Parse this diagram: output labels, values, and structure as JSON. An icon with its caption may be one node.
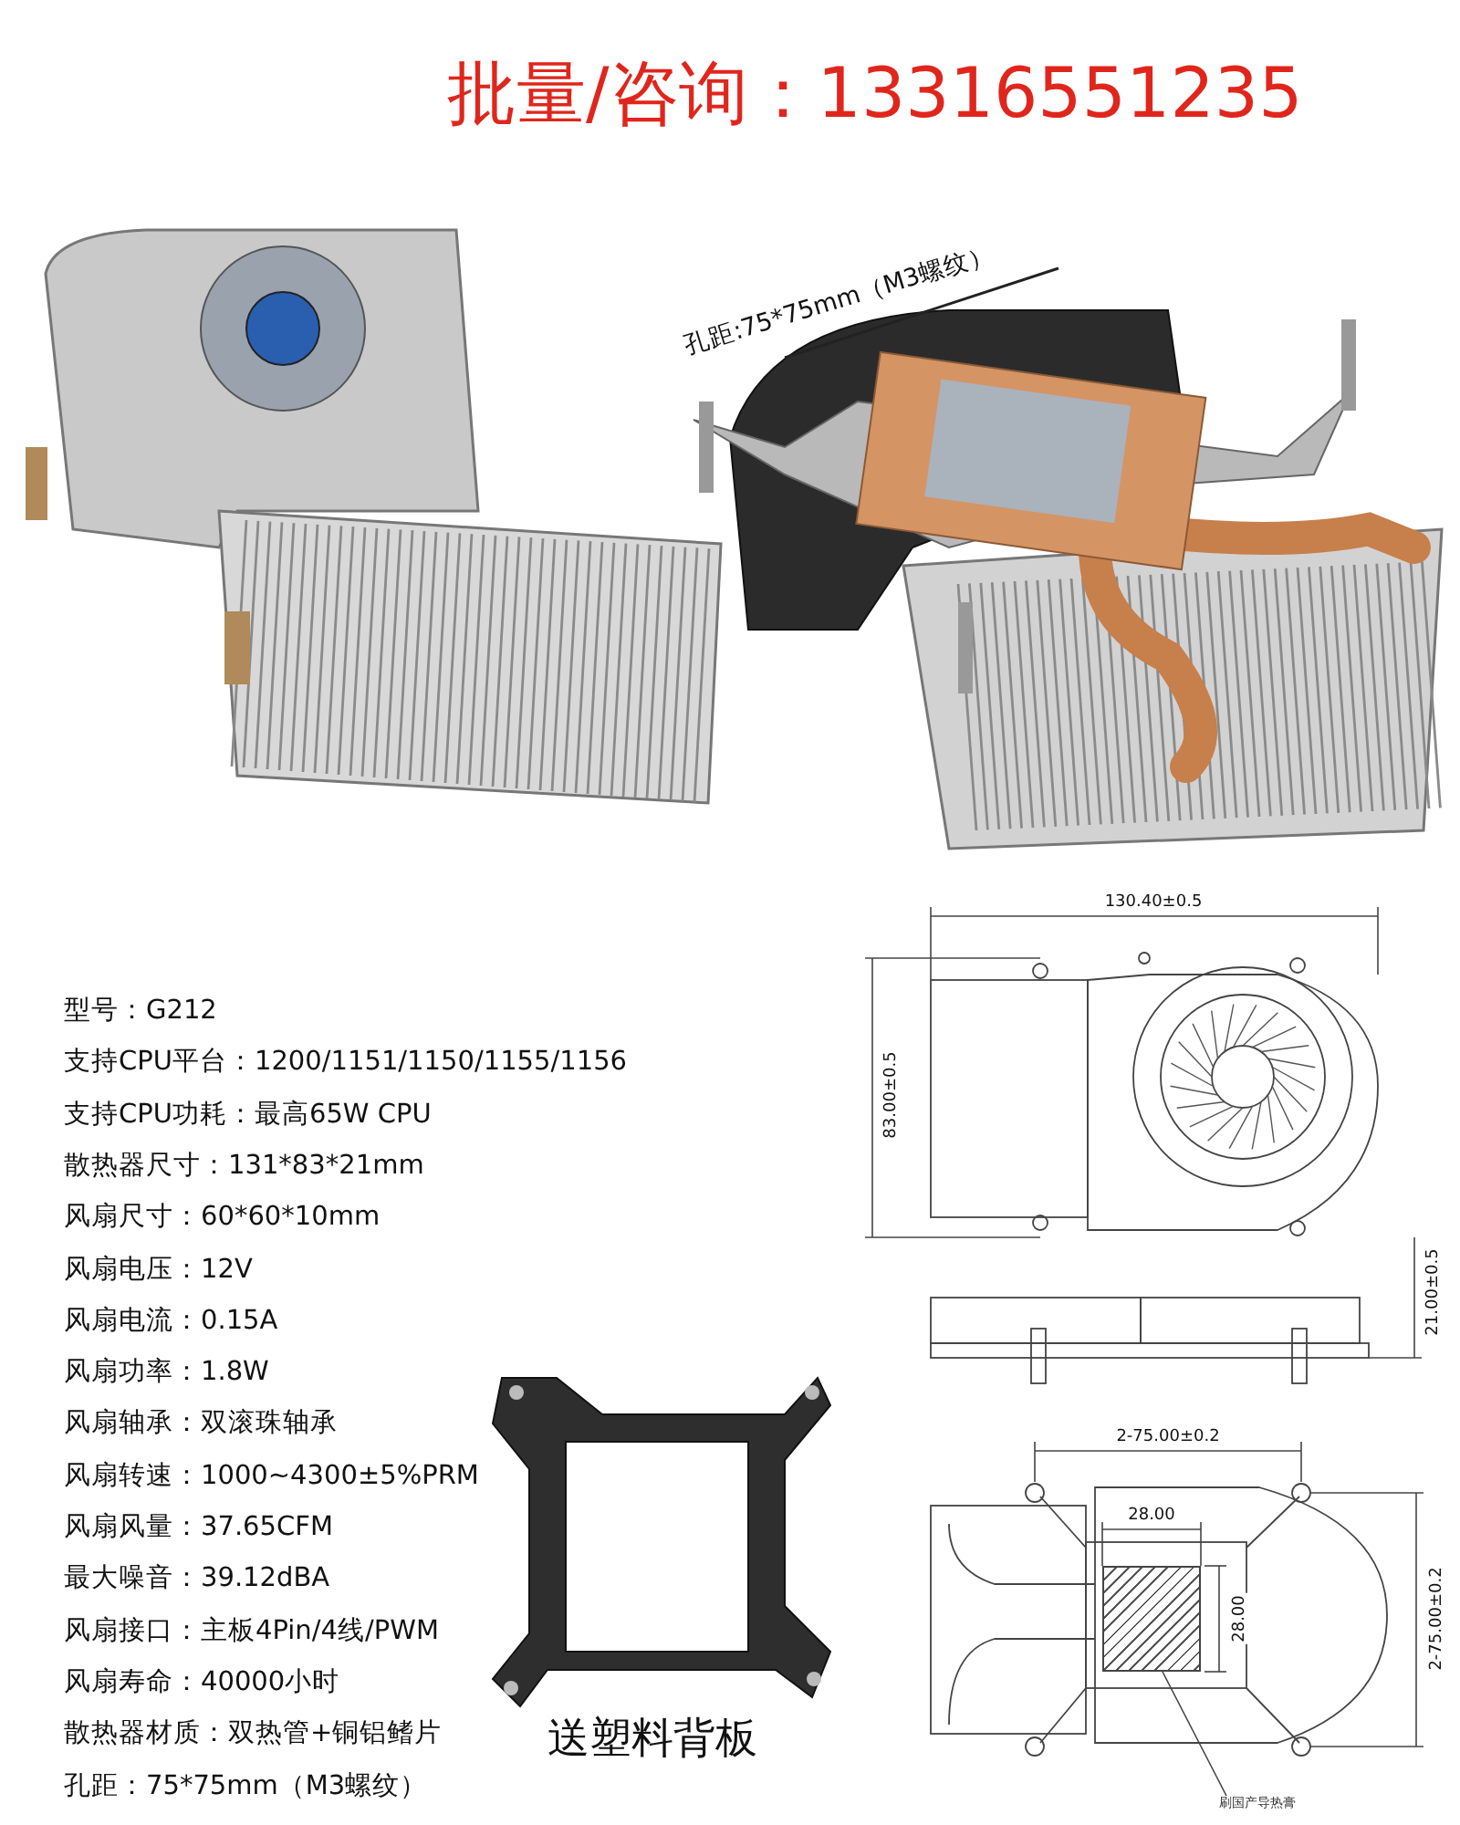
{
  "diagram": {
    "nodes": [
      {
        "text": [
          "刷国产导热膏"
        ]
      },
      {
        "text": [],
        "shape": "box"
      }
    ],
    "edges": [
      {
        "from": 0,
        "to": 1,
        "arrow": "none"
      }
    ],
    "labels": [
      "批量/咨询：13316551235",
      "孔距:75*75mm（M3螺纹）",
      "130.40±0.5",
      "83.00±0.5",
      "21.00±0.5",
      "型号：G212",
      "支持CPU平台：1200/1151/1150/1155/1156",
      "支持CPU功耗：最高65W CPU",
      "散热器尺寸：131*83*21mm",
      "风扇尺寸：60*60*10mm",
      "风扇电压：12V",
      "风扇电流：0.15A",
      "风扇功率：1.8W",
      "风扇轴承：双滚珠轴承",
      "风扇转速：1000~4300±5%PRM",
      "风扇风量：37.65CFM",
      "最大噪音：39.12dBA",
      "风扇接口：主板4Pin/4线/PWM",
      "风扇寿命：40000小时",
      "散热器材质：双热管+铜铝鳍片",
      "孔距：75*75mm（M3螺纹）",
      "2-75.00±0.2",
      "28.00",
      "28.00",
      "2-75.00±0.2",
      "送塑料背板"
    ]
  }
}
